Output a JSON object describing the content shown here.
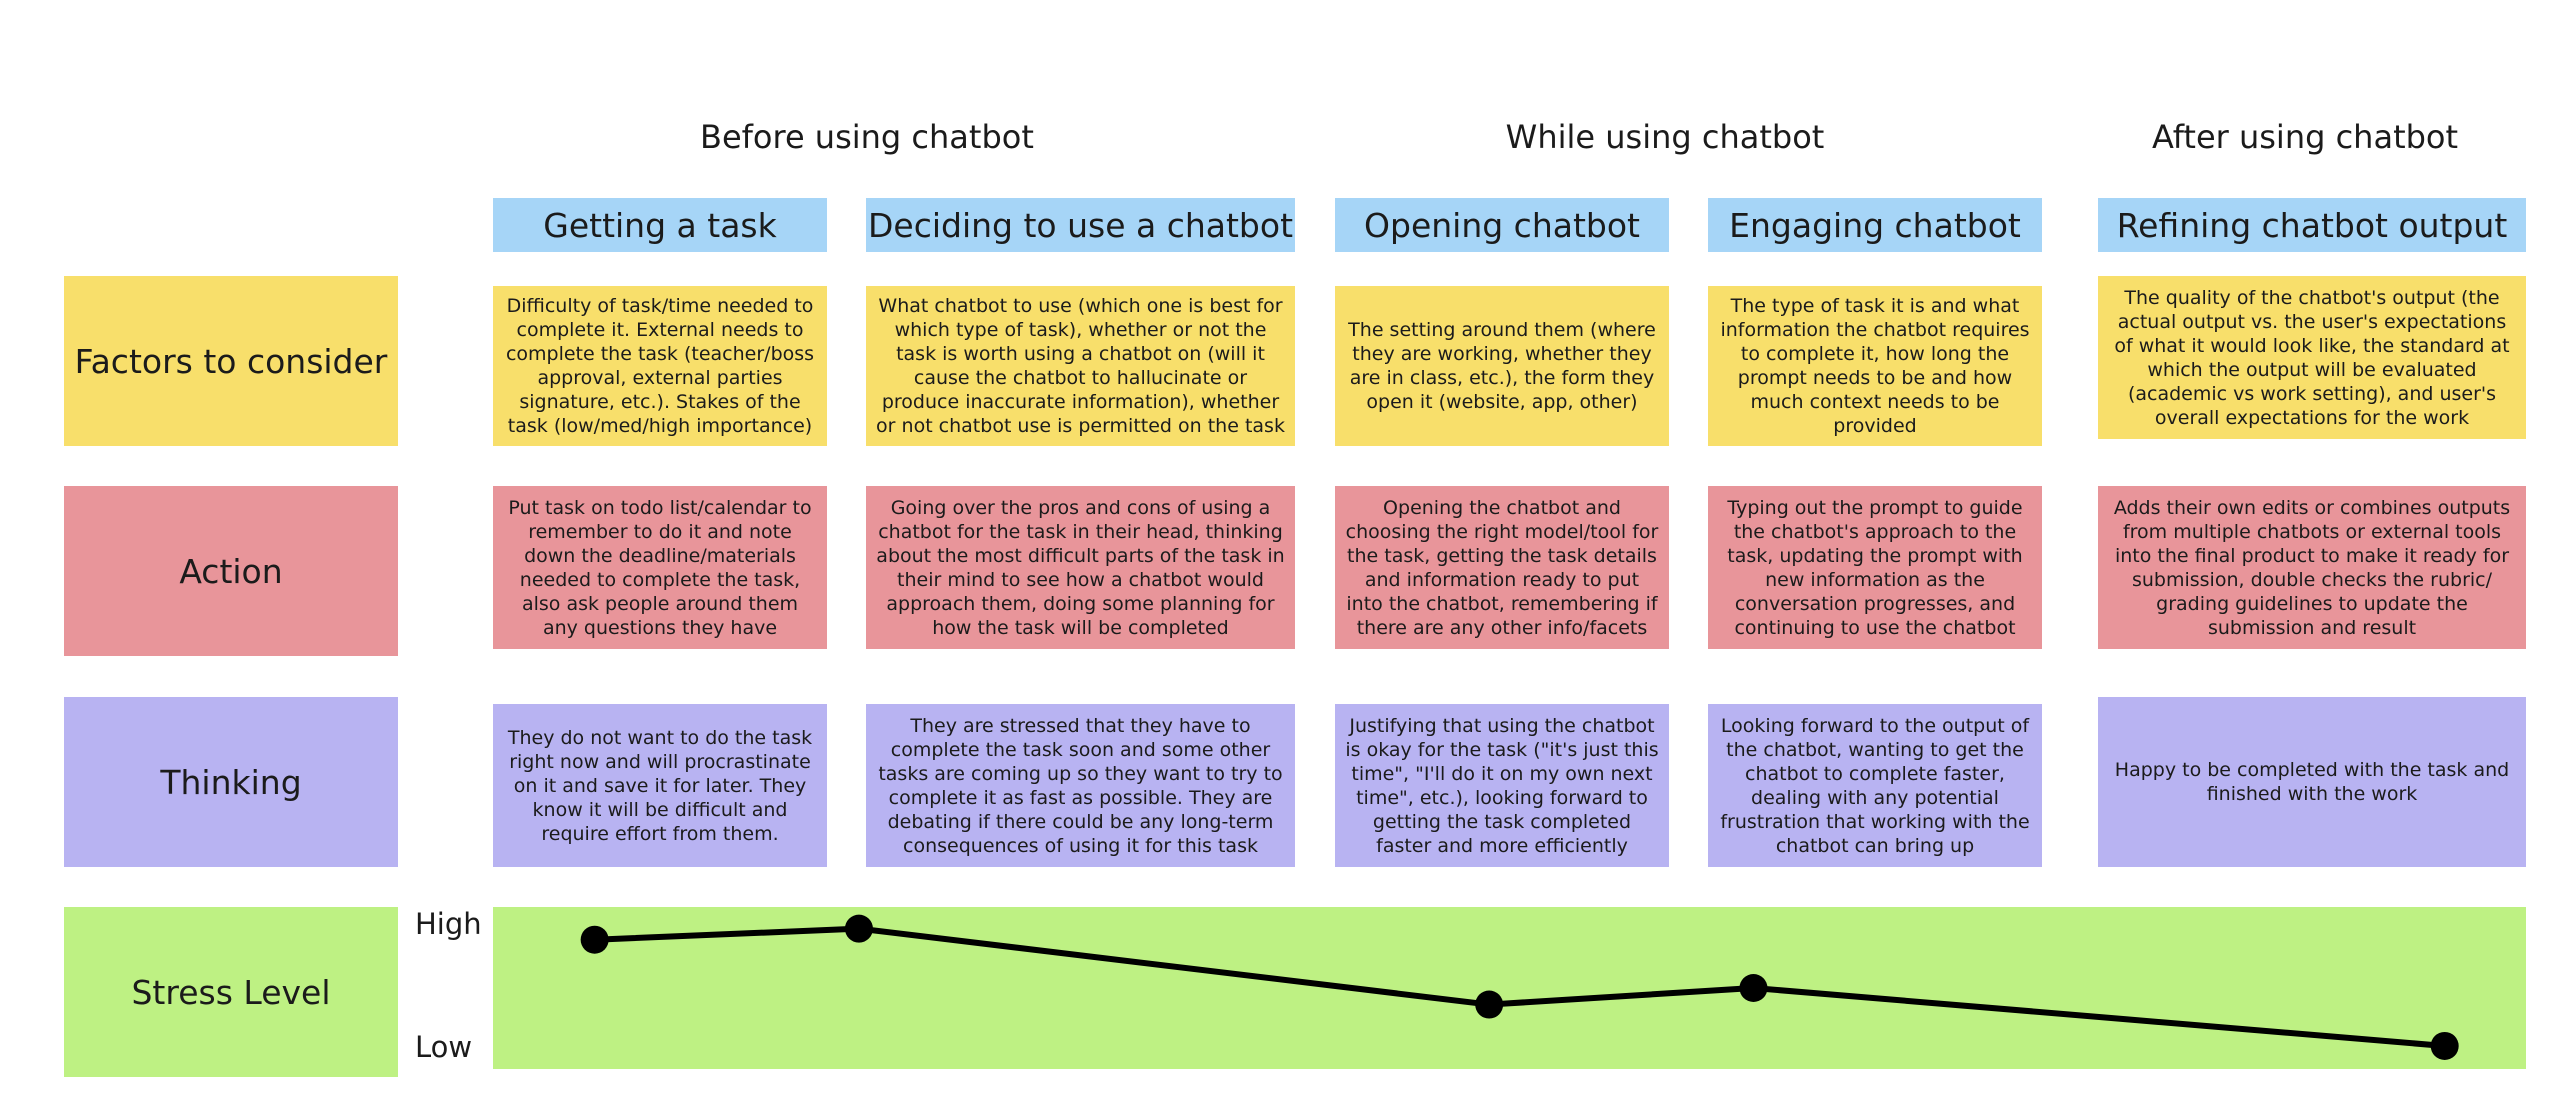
{
  "phases": {
    "before": "Before using chatbot",
    "while": "While using chatbot",
    "after": "After using chatbot"
  },
  "stages": [
    "Getting a task",
    "Deciding to use a chatbot",
    "Opening chatbot",
    "Engaging chatbot",
    "Refining chatbot output"
  ],
  "rows": {
    "factors": {
      "label": "Factors to consider",
      "color": "#f8df6b",
      "cells": [
        "Difficulty of task/time needed to complete it. External needs to complete the task (teacher/boss approval, external parties signature, etc.). Stakes of the task (low/med/high importance)",
        "What chatbot to use (which one is best for which type of task), whether or not the task is worth using a chatbot on (will it cause the chatbot to hallucinate or produce inaccurate information), whether or not chatbot use is permitted on the task",
        "The setting around them (where they are working, whether they are in class, etc.), the form they open it (website, app, other)",
        "The type of task it is and what information the chatbot requires to complete it, how long the prompt needs to be and how much context needs to be provided",
        "The quality of the chatbot's output (the actual output vs. the user's expectations of what it would look like, the standard at which the output will be evaluated (academic vs work setting), and user's overall expectations for the work"
      ]
    },
    "action": {
      "label": "Action",
      "color": "#e8959a",
      "cells": [
        "Put task on todo list/calendar to remember to do it and note down the deadline/materials needed to complete the task, also ask people around them any questions they have",
        "Going over the pros and cons of using a chatbot for the task in their head, thinking about the most difficult parts of the task in their mind to see how a chatbot would approach them, doing some planning for how the task will be completed",
        "Opening the chatbot and choosing the right model/tool for the task, getting the task details and information ready to put into the chatbot, remembering if there are any other info/facets",
        "Typing out the prompt to guide the chatbot's approach to the task, updating the prompt with new information as the conversation progresses, and continuing to use the chatbot",
        "Adds their own edits or combines outputs from multiple chatbots or external tools into the final product to make it ready for submission, double checks the rubric/ grading guidelines to update the submission and result"
      ]
    },
    "thinking": {
      "label": "Thinking",
      "color": "#b8b3f2",
      "cells": [
        "They do not want to do the task right now and will procrastinate on it and save it for later. They know it will be difficult and require effort from them.",
        "They are stressed that they have to complete the task soon and some other tasks are coming up so they want to try to complete it as fast as possible. They are debating if there could be any long-term consequences of using it for this task",
        "Justifying that using the chatbot is okay for the task (\"it's just this time\", \"I'll do it on my own next time\", etc.), looking forward to getting the task completed faster and more efficiently",
        "Looking forward to the output of the chatbot, wanting to get the chatbot to complete faster, dealing with any potential frustration that working with the chatbot can bring up",
        "Happy to be completed with the task and finished with the work"
      ]
    },
    "stress": {
      "label": "Stress Level",
      "color": "#bef183",
      "high_label": "High",
      "low_label": "Low"
    }
  },
  "chart_data": {
    "type": "line",
    "ylabel_top": "High",
    "ylabel_bottom": "Low",
    "ylim": [
      0,
      1
    ],
    "points": [
      {
        "stage": "Getting a task",
        "pos": 0.05,
        "value": 0.85
      },
      {
        "stage": "Deciding to use a chatbot",
        "pos": 0.18,
        "value": 0.93
      },
      {
        "stage": "Opening chatbot",
        "pos": 0.49,
        "value": 0.38
      },
      {
        "stage": "Engaging chatbot",
        "pos": 0.62,
        "value": 0.5
      },
      {
        "stage": "Refining chatbot output",
        "pos": 0.96,
        "value": 0.08
      }
    ],
    "line_color": "#000000"
  }
}
